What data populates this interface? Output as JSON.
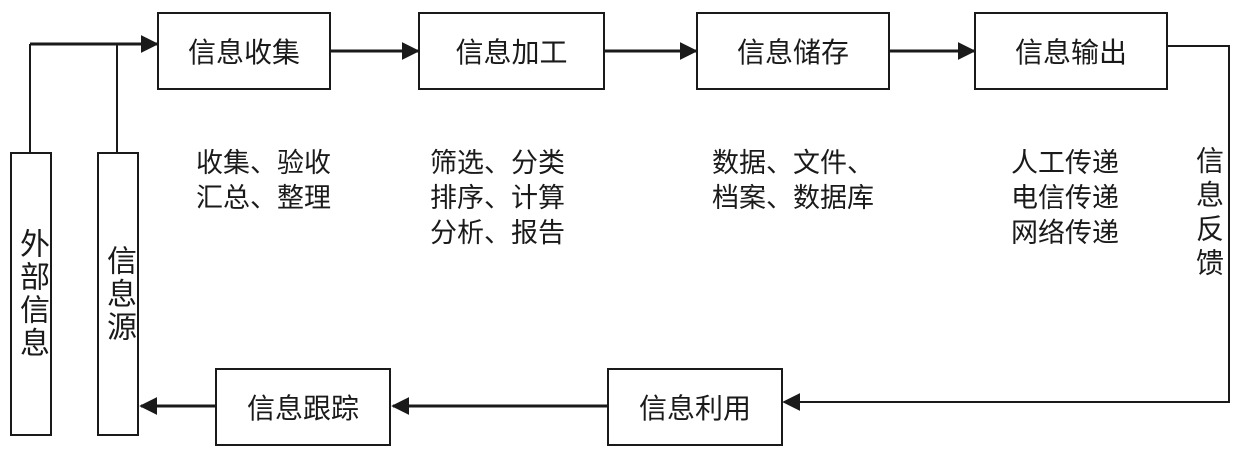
{
  "nodes": {
    "collect": "信息收集",
    "process": "信息加工",
    "store": "信息储存",
    "output": "信息输出",
    "use": "信息利用",
    "track": "信息跟踪",
    "external": "外部信息",
    "source": "信息源"
  },
  "notes": {
    "collect": [
      "收集、验收",
      "汇总、整理"
    ],
    "process": [
      "筛选、分类",
      "排序、计算",
      "分析、报告"
    ],
    "store": [
      "数据、文件、",
      "档案、数据库"
    ],
    "output": [
      "人工传递",
      "电信传递",
      "网络传递"
    ]
  },
  "feedback_label": "信息反馈"
}
